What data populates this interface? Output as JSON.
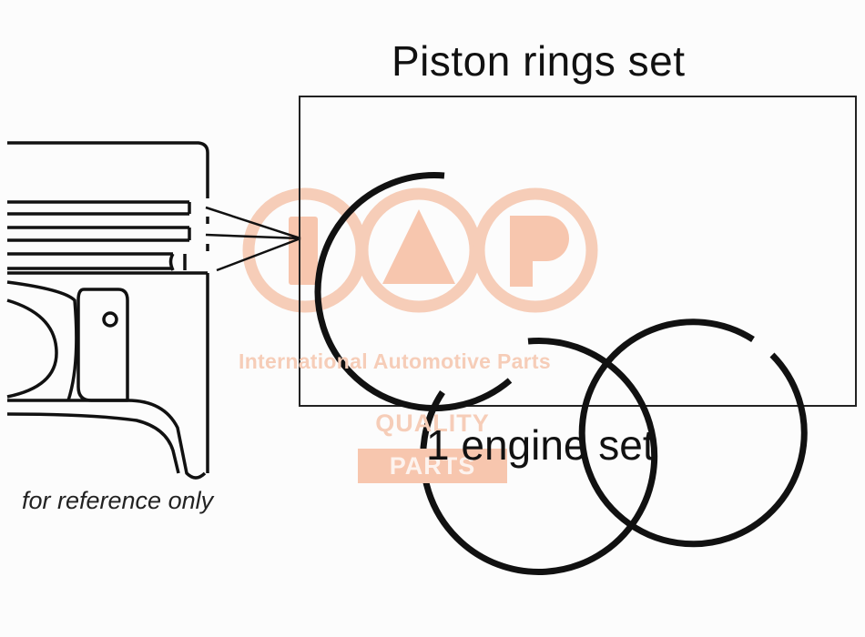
{
  "diagram": {
    "title": "Piston rings set",
    "subtitle": "1 engine set",
    "note": "for reference only"
  },
  "watermark": {
    "brand_line": "International Automotive Parts",
    "quality": "QUALITY",
    "parts": "PARTS",
    "color": "#f6cdb8",
    "box_color": "#f7c6ae"
  },
  "colors": {
    "background": "#fcfcfc",
    "ink": "#111111"
  },
  "icons": {
    "piston": "piston-cross-section-icon",
    "rings": "piston-ring-icon",
    "logo": "iap-logo-icon"
  }
}
